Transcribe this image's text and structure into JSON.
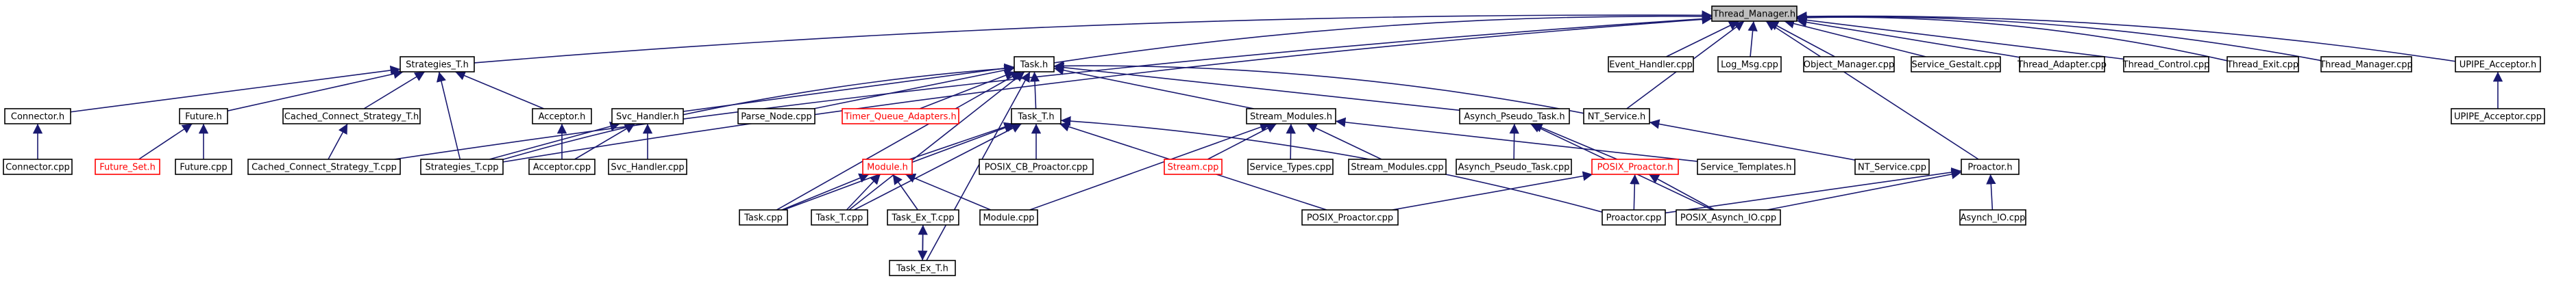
{
  "graph": {
    "nodes": [
      {
        "id": "thread_manager_h",
        "label": "Thread_Manager.h",
        "style": "root"
      },
      {
        "id": "strategies_t_h",
        "label": "Strategies_T.h"
      },
      {
        "id": "task_h",
        "label": "Task.h"
      },
      {
        "id": "event_handler_cpp",
        "label": "Event_Handler.cpp"
      },
      {
        "id": "log_msg_cpp",
        "label": "Log_Msg.cpp"
      },
      {
        "id": "object_manager_cpp",
        "label": "Object_Manager.cpp"
      },
      {
        "id": "service_gestalt_cpp",
        "label": "Service_Gestalt.cpp"
      },
      {
        "id": "thread_adapter_cpp",
        "label": "Thread_Adapter.cpp"
      },
      {
        "id": "thread_control_cpp",
        "label": "Thread_Control.cpp"
      },
      {
        "id": "thread_exit_cpp",
        "label": "Thread_Exit.cpp"
      },
      {
        "id": "thread_manager_cpp",
        "label": "Thread_Manager.cpp"
      },
      {
        "id": "upipe_acceptor_h",
        "label": "UPIPE_Acceptor.h"
      },
      {
        "id": "connector_h",
        "label": "Connector.h"
      },
      {
        "id": "future_h",
        "label": "Future.h"
      },
      {
        "id": "cached_connect_strategy_t_h",
        "label": "Cached_Connect_Strategy_T.h"
      },
      {
        "id": "acceptor_h",
        "label": "Acceptor.h"
      },
      {
        "id": "svc_handler_h",
        "label": "Svc_Handler.h"
      },
      {
        "id": "parse_node_cpp",
        "label": "Parse_Node.cpp"
      },
      {
        "id": "timer_queue_adapters_h",
        "label": "Timer_Queue_Adapters.h",
        "style": "red"
      },
      {
        "id": "task_t_h",
        "label": "Task_T.h"
      },
      {
        "id": "stream_modules_h",
        "label": "Stream_Modules.h"
      },
      {
        "id": "asynch_pseudo_task_h",
        "label": "Asynch_Pseudo_Task.h"
      },
      {
        "id": "nt_service_h",
        "label": "NT_Service.h"
      },
      {
        "id": "upipe_acceptor_cpp",
        "label": "UPIPE_Acceptor.cpp"
      },
      {
        "id": "connector_cpp",
        "label": "Connector.cpp"
      },
      {
        "id": "future_set_h",
        "label": "Future_Set.h",
        "style": "red"
      },
      {
        "id": "future_cpp",
        "label": "Future.cpp"
      },
      {
        "id": "cached_connect_strategy_t_cpp",
        "label": "Cached_Connect_Strategy_T.cpp"
      },
      {
        "id": "strategies_t_cpp",
        "label": "Strategies_T.cpp"
      },
      {
        "id": "acceptor_cpp",
        "label": "Acceptor.cpp"
      },
      {
        "id": "svc_handler_cpp",
        "label": "Svc_Handler.cpp"
      },
      {
        "id": "module_h",
        "label": "Module.h",
        "style": "red"
      },
      {
        "id": "posix_cb_proactor_cpp",
        "label": "POSIX_CB_Proactor.cpp"
      },
      {
        "id": "stream_cpp",
        "label": "Stream.cpp",
        "style": "red"
      },
      {
        "id": "service_types_cpp",
        "label": "Service_Types.cpp"
      },
      {
        "id": "stream_modules_cpp",
        "label": "Stream_Modules.cpp"
      },
      {
        "id": "asynch_pseudo_task_cpp",
        "label": "Asynch_Pseudo_Task.cpp"
      },
      {
        "id": "posix_proactor_h",
        "label": "POSIX_Proactor.h",
        "style": "red"
      },
      {
        "id": "service_templates_h",
        "label": "Service_Templates.h"
      },
      {
        "id": "nt_service_cpp",
        "label": "NT_Service.cpp"
      },
      {
        "id": "proactor_h",
        "label": "Proactor.h"
      },
      {
        "id": "task_cpp",
        "label": "Task.cpp"
      },
      {
        "id": "task_t_cpp",
        "label": "Task_T.cpp"
      },
      {
        "id": "task_ex_t_cpp",
        "label": "Task_Ex_T.cpp"
      },
      {
        "id": "module_cpp",
        "label": "Module.cpp"
      },
      {
        "id": "posix_proactor_cpp",
        "label": "POSIX_Proactor.cpp"
      },
      {
        "id": "proactor_cpp",
        "label": "Proactor.cpp"
      },
      {
        "id": "posix_asynch_io_cpp",
        "label": "POSIX_Asynch_IO.cpp"
      },
      {
        "id": "asynch_io_cpp",
        "label": "Asynch_IO.cpp"
      },
      {
        "id": "task_ex_t_h",
        "label": "Task_Ex_T.h"
      }
    ],
    "edges": [
      [
        "strategies_t_h",
        "thread_manager_h"
      ],
      [
        "task_h",
        "thread_manager_h"
      ],
      [
        "event_handler_cpp",
        "thread_manager_h"
      ],
      [
        "log_msg_cpp",
        "thread_manager_h"
      ],
      [
        "object_manager_cpp",
        "thread_manager_h"
      ],
      [
        "service_gestalt_cpp",
        "thread_manager_h"
      ],
      [
        "thread_adapter_cpp",
        "thread_manager_h"
      ],
      [
        "thread_control_cpp",
        "thread_manager_h"
      ],
      [
        "thread_exit_cpp",
        "thread_manager_h"
      ],
      [
        "thread_manager_cpp",
        "thread_manager_h"
      ],
      [
        "upipe_acceptor_h",
        "thread_manager_h"
      ],
      [
        "nt_service_h",
        "thread_manager_h"
      ],
      [
        "proactor_h",
        "thread_manager_h"
      ],
      [
        "cached_connect_strategy_t_cpp",
        "thread_manager_h"
      ],
      [
        "strategies_t_cpp",
        "thread_manager_h"
      ],
      [
        "connector_h",
        "strategies_t_h"
      ],
      [
        "future_h",
        "strategies_t_h"
      ],
      [
        "cached_connect_strategy_t_h",
        "strategies_t_h"
      ],
      [
        "acceptor_h",
        "strategies_t_h"
      ],
      [
        "strategies_t_cpp",
        "strategies_t_h"
      ],
      [
        "svc_handler_h",
        "task_h"
      ],
      [
        "parse_node_cpp",
        "task_h"
      ],
      [
        "timer_queue_adapters_h",
        "task_h"
      ],
      [
        "task_t_h",
        "task_h"
      ],
      [
        "stream_modules_h",
        "task_h"
      ],
      [
        "asynch_pseudo_task_h",
        "task_h"
      ],
      [
        "nt_service_h",
        "task_h"
      ],
      [
        "task_cpp",
        "task_h"
      ],
      [
        "task_ex_t_h",
        "task_h"
      ],
      [
        "strategies_t_cpp",
        "task_h"
      ],
      [
        "task_t_cpp",
        "task_h"
      ],
      [
        "upipe_acceptor_cpp",
        "upipe_acceptor_h"
      ],
      [
        "connector_cpp",
        "connector_h"
      ],
      [
        "future_set_h",
        "future_h"
      ],
      [
        "future_cpp",
        "future_h"
      ],
      [
        "cached_connect_strategy_t_cpp",
        "cached_connect_strategy_t_h"
      ],
      [
        "acceptor_cpp",
        "acceptor_h"
      ],
      [
        "svc_handler_cpp",
        "svc_handler_h"
      ],
      [
        "acceptor_cpp",
        "svc_handler_h"
      ],
      [
        "strategies_t_cpp",
        "svc_handler_h"
      ],
      [
        "module_h",
        "task_t_h"
      ],
      [
        "posix_cb_proactor_cpp",
        "task_t_h"
      ],
      [
        "task_t_cpp",
        "task_t_h"
      ],
      [
        "task_cpp",
        "task_t_h"
      ],
      [
        "posix_proactor_cpp",
        "task_t_h"
      ],
      [
        "proactor_cpp",
        "task_t_h"
      ],
      [
        "stream_cpp",
        "stream_modules_h"
      ],
      [
        "service_types_cpp",
        "stream_modules_h"
      ],
      [
        "stream_modules_cpp",
        "stream_modules_h"
      ],
      [
        "module_cpp",
        "stream_modules_h"
      ],
      [
        "service_templates_h",
        "stream_modules_h"
      ],
      [
        "asynch_pseudo_task_cpp",
        "asynch_pseudo_task_h"
      ],
      [
        "posix_proactor_h",
        "asynch_pseudo_task_h"
      ],
      [
        "posix_asynch_io_cpp",
        "asynch_pseudo_task_h"
      ],
      [
        "nt_service_cpp",
        "nt_service_h"
      ],
      [
        "task_cpp",
        "module_h"
      ],
      [
        "task_t_cpp",
        "module_h"
      ],
      [
        "task_ex_t_cpp",
        "module_h"
      ],
      [
        "module_cpp",
        "module_h"
      ],
      [
        "posix_proactor_cpp",
        "posix_proactor_h"
      ],
      [
        "proactor_cpp",
        "posix_proactor_h"
      ],
      [
        "posix_asynch_io_cpp",
        "posix_proactor_h"
      ],
      [
        "proactor_cpp",
        "proactor_h"
      ],
      [
        "posix_asynch_io_cpp",
        "proactor_h"
      ],
      [
        "asynch_io_cpp",
        "proactor_h"
      ],
      [
        "task_ex_t_h",
        "task_ex_t_cpp"
      ],
      [
        "task_ex_t_cpp",
        "task_ex_t_h"
      ]
    ]
  },
  "colors": {
    "edge": "#191970",
    "root_fill": "#bfbfbf",
    "highlight_border": "#ff0000"
  }
}
